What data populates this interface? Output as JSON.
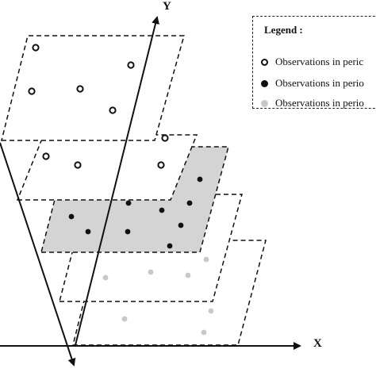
{
  "axes": {
    "x_label": "X",
    "y_label": "Y"
  },
  "legend": {
    "title": "Legend :",
    "items": [
      {
        "marker": "hollow-circle",
        "label": "Observations in peric"
      },
      {
        "marker": "black-dot",
        "label": "Observations in perio"
      },
      {
        "marker": "grey-dot",
        "label": "Observations in perio"
      }
    ]
  },
  "colors": {
    "line": "#111111",
    "highlight_plane_fill": "#d4d4d4",
    "grey_point": "#c8c8c8"
  }
}
